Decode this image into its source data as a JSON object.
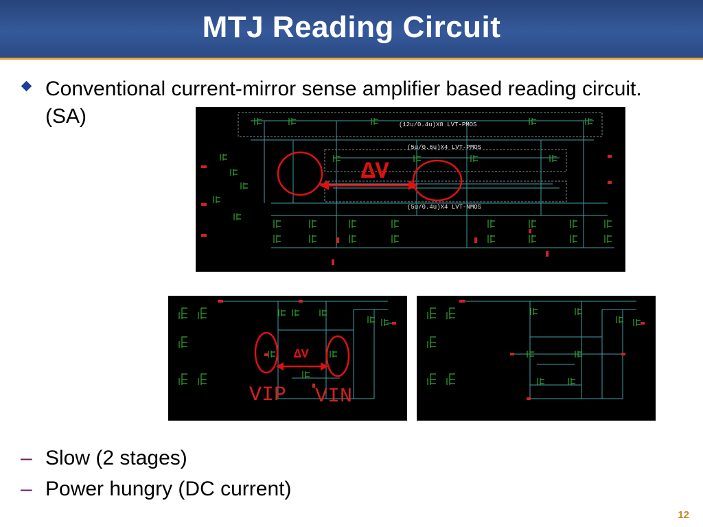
{
  "slide": {
    "title": "MTJ Reading Circuit",
    "bullet": "Conventional current-mirror sense amplifier based reading circuit. (SA)",
    "sub_items": [
      "Slow (2 stages)",
      "Power hungry (DC current)"
    ],
    "page_number": "12"
  },
  "schematic_top": {
    "labels": [
      "(12u/0.4u)X8   LVT-PMOS",
      "(5u/0.6u)X4   LVT-PMOS",
      "(5u/0.4u)X4   LVT-NMOS"
    ],
    "delta_label": "ΔV"
  },
  "schematic_left": {
    "delta_label": "ΔV",
    "vip_label": "VIP",
    "vin_label": "VIN"
  },
  "colors": {
    "title_bar": "#2f5190",
    "title_rule": "#e8a33c",
    "bullet": "#1d3f9a",
    "dash": "#6b1b5e",
    "annotation": "#e01010",
    "wire": "#3fa0a6",
    "device": "#2faa2a"
  }
}
